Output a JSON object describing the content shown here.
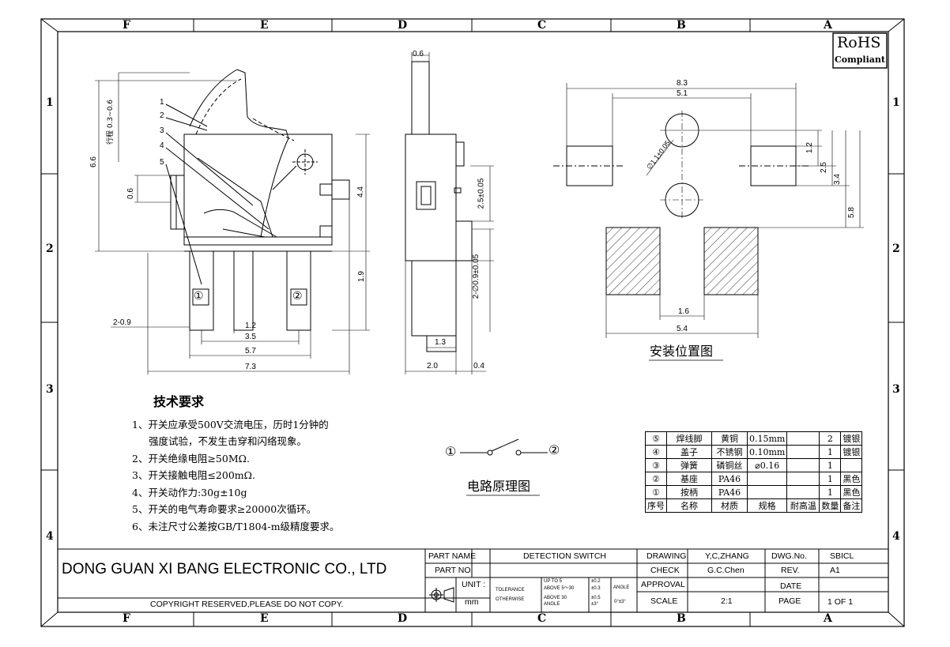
{
  "frame": {
    "columns": [
      "F",
      "E",
      "D",
      "C",
      "B",
      "A"
    ],
    "rows": [
      "1",
      "2",
      "3",
      "4"
    ]
  },
  "rohs": {
    "line1": "RoHS",
    "line2": "Compliant"
  },
  "front_view": {
    "parts": [
      "1",
      "2",
      "3",
      "4",
      "5"
    ],
    "dims": {
      "height_total": "6.6",
      "travel": "行程 0.3~0.6",
      "body_h": "4.4",
      "pin_len": "1.9",
      "pin_t": "0.6",
      "pin_w": "2-0.9",
      "d12": "1.2",
      "d35": "3.5",
      "d57": "5.7",
      "d73": "7.3"
    },
    "terminal1": "①",
    "terminal2": "②"
  },
  "side_view": {
    "dims": {
      "top": "0.6",
      "peg": "2.5±0.05",
      "holes": "2-∅0.9±0.05",
      "d13": "1.3",
      "d20": "2.0",
      "d04": "0.4"
    }
  },
  "mount_view": {
    "title": "安装位置图",
    "dims": {
      "d83": "8.3",
      "d51": "5.1",
      "hole": "∅1.1±0.05",
      "d12": "1.2",
      "d25": "2.5",
      "d34": "3.4",
      "d58": "5.8",
      "d16": "1.6",
      "d54": "5.4"
    }
  },
  "circuit": {
    "left": "①",
    "right": "②",
    "title": "电路原理图"
  },
  "notes": {
    "title": "技术要求",
    "lines": [
      "1、开关应承受500V交流电压，历时1分钟的",
      "强度试验，不发生击穿和闪络现象。",
      "2、开关绝缘电阻≥50MΩ.",
      "3、开关接触电阻≤200mΩ.",
      "4、开关动作力:30g±10g",
      "5、开关的电气寿命要求≥20000次循环。",
      "6、未注尺寸公差按GB/T1804-m级精度要求。"
    ]
  },
  "bom": {
    "rows": [
      [
        "⑤",
        "焊线脚",
        "黄铜",
        "0.15mm",
        "",
        "2",
        "镀银"
      ],
      [
        "④",
        "盖子",
        "不锈钢",
        "0.10mm",
        "",
        "1",
        "镀银"
      ],
      [
        "③",
        "弹簧",
        "磷铜丝",
        "⌀0.16",
        "",
        "1",
        ""
      ],
      [
        "②",
        "基座",
        "PA46",
        "",
        "",
        "1",
        "黑色"
      ],
      [
        "①",
        "按柄",
        "PA46",
        "",
        "",
        "1",
        "黑色"
      ]
    ],
    "header": [
      "序号",
      "名称",
      "材质",
      "规格",
      "耐高温",
      "数量",
      "备注"
    ]
  },
  "title_block": {
    "company": "DONG GUAN XI BANG ELECTRONIC CO., LTD",
    "copyright": "COPYRIGHT RESERVED,PLEASE DO NOT COPY.",
    "part_name_label": "PART NAME",
    "part_name": "DETECTION SWITCH",
    "part_no_label": "PART NO.",
    "unit_label": "UNIT :",
    "unit": "mm",
    "tolerance_label": "TOLERANCE",
    "otherwise_label": "OTHERWISE",
    "tol_rows": [
      {
        "range": "UP TO 5",
        "val": "±0.2"
      },
      {
        "range": "ABOVE 5～30",
        "val": "±0.3"
      },
      {
        "range": "ABOVE 30",
        "val": "±0.5"
      },
      {
        "range": "ANGLE",
        "val": "±3°"
      }
    ],
    "angle_label": "ANGLE",
    "angle_val": "0°±3°",
    "drawing_label": "DRAWING",
    "drawing": "Y,C,ZHANG",
    "check_label": "CHECK",
    "check": "G.C.Chen",
    "approval_label": "APPROVAL",
    "scale_label": "SCALE",
    "scale": "2:1",
    "dwg_no_label": "DWG.No.",
    "dwg_no": "SBICL",
    "rev_label": "REV.",
    "rev": "A1",
    "date_label": "DATE",
    "date": "",
    "page_label": "PAGE",
    "page": "1 OF 1"
  },
  "colors": {
    "ink": "#000000",
    "paper": "#ffffff"
  }
}
